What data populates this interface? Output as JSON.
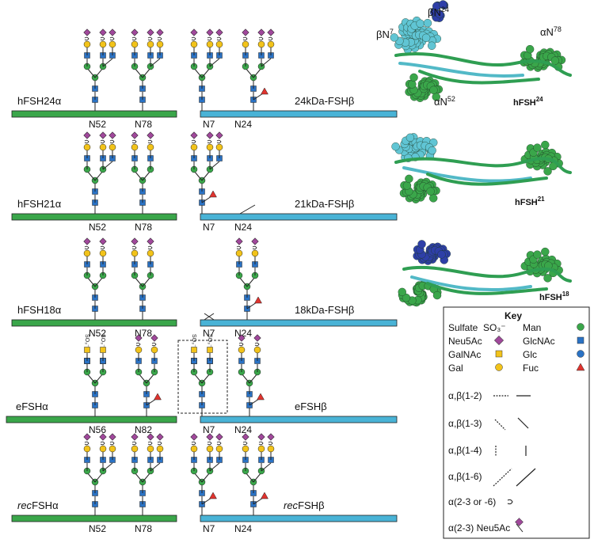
{
  "colors": {
    "alpha_bar": "#3aa64a",
    "beta_bar": "#49b3d6",
    "neu5ac": "#a0489b",
    "galnac": "#f2c31a",
    "gal": "#f2c31a",
    "man": "#3aa64a",
    "glcnac": "#2a72c4",
    "glc": "#2a72c4",
    "fuc": "#e0332e",
    "helix_cyan": "#60c5d4",
    "helix_dark": "#2e3fa8"
  },
  "rows": [
    {
      "alpha_label": "hFSH24α",
      "beta_label": "24kDa-FSHβ",
      "alpha_sites": [
        "N52",
        "N78"
      ],
      "beta_sites": [
        "N7",
        "N24"
      ]
    },
    {
      "alpha_label": "hFSH21α",
      "beta_label": "21kDa-FSHβ",
      "alpha_sites": [
        "N52",
        "N78"
      ],
      "beta_sites": [
        "N7",
        "N24"
      ]
    },
    {
      "alpha_label": "hFSH18α",
      "beta_label": "18kDa-FSHβ",
      "alpha_sites": [
        "N52",
        "N78"
      ],
      "beta_sites": [
        "N7",
        "N24"
      ]
    },
    {
      "alpha_label": "eFSHα",
      "beta_label": "eFSHβ",
      "alpha_sites": [
        "N56",
        "N82"
      ],
      "beta_sites": [
        "N7",
        "N24"
      ]
    },
    {
      "alpha_label_italic": "rec",
      "alpha_label": "FSHα",
      "beta_label_italic": "rec",
      "beta_label": "FSHβ",
      "alpha_sites": [
        "N52",
        "N78"
      ],
      "beta_sites": [
        "N7",
        "N24"
      ]
    }
  ],
  "structures": {
    "s24": {
      "title": "hFSH",
      "sup": "24",
      "labels": {
        "bN7": "βN",
        "bN7_sup": "7",
        "bN24": "βN",
        "bN24_sup": "24",
        "aN78": "αN",
        "aN78_sup": "78",
        "aN52": "αN",
        "aN52_sup": "52"
      }
    },
    "s21": {
      "title": "hFSH",
      "sup": "21"
    },
    "s18": {
      "title": "hFSH",
      "sup": "18"
    }
  },
  "key": {
    "title": "Key",
    "sulfate": "Sulfate",
    "sulfate_symbol": "SO₃⁻",
    "neu5ac": "Neu5Ac",
    "galnac": "GalNAc",
    "gal": "Gal",
    "man": "Man",
    "glcnac": "GlcNAc",
    "glc": "Glc",
    "fuc": "Fuc",
    "l12": "α,β(1-2)",
    "l13": "α,β(1-3)",
    "l14": "α,β(1-4)",
    "l16": "α,β(1-6)",
    "l236": "α(2-3 or -6)",
    "l23": "α(2-3) Neu5Ac"
  },
  "sulfate_mark": "SO₃⁻"
}
